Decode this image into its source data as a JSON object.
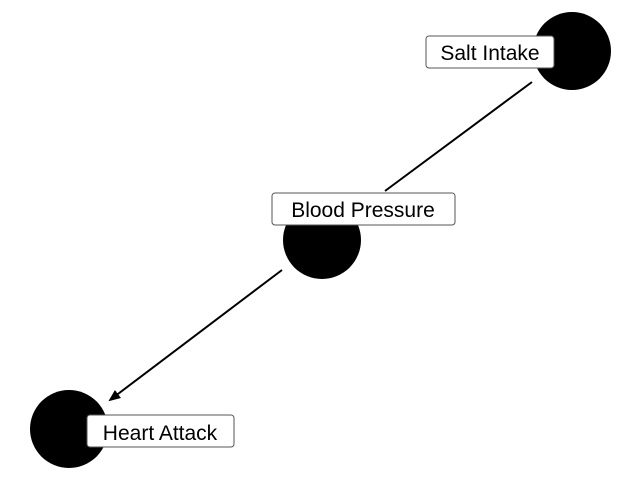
{
  "diagram": {
    "nodes": [
      {
        "id": "salt",
        "label": "Salt Intake",
        "color": "#000000"
      },
      {
        "id": "bp",
        "label": "Blood Pressure",
        "color": "#000000"
      },
      {
        "id": "heart",
        "label": "Heart Attack",
        "color": "#000000"
      }
    ],
    "edges": [
      {
        "from": "salt",
        "to": "bp",
        "directed": false
      },
      {
        "from": "bp",
        "to": "heart",
        "directed": true
      }
    ]
  }
}
